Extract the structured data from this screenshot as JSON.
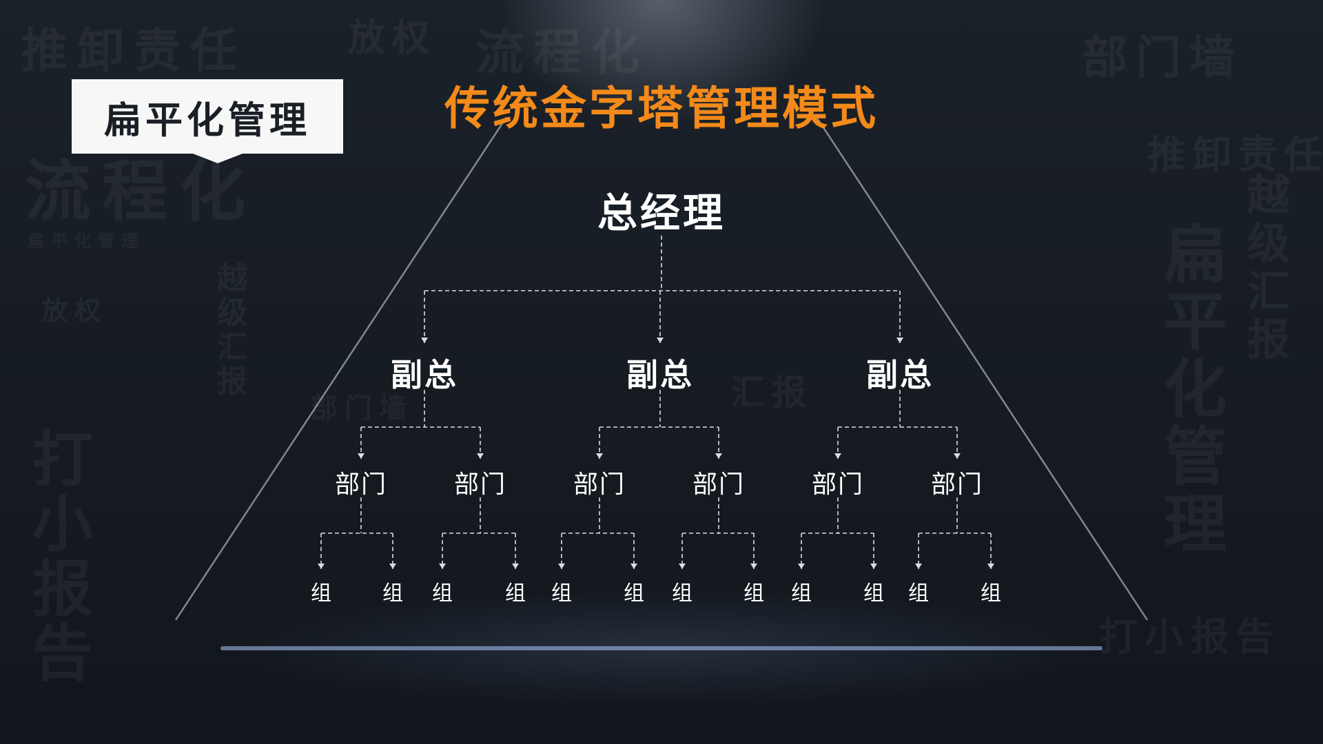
{
  "badge": {
    "label": "扁平化管理"
  },
  "title": "传统金字塔管理模式",
  "org": {
    "top": "总经理",
    "vps": [
      {
        "label": "副总",
        "depts": [
          {
            "label": "部门",
            "groups": [
              "组",
              "组"
            ]
          },
          {
            "label": "部门",
            "groups": [
              "组",
              "组"
            ]
          }
        ]
      },
      {
        "label": "副总",
        "depts": [
          {
            "label": "部门",
            "groups": [
              "组",
              "组"
            ]
          },
          {
            "label": "部门",
            "groups": [
              "组",
              "组"
            ]
          }
        ]
      },
      {
        "label": "副总",
        "depts": [
          {
            "label": "部门",
            "groups": [
              "组",
              "组"
            ]
          },
          {
            "label": "部门",
            "groups": [
              "组",
              "组"
            ]
          }
        ]
      }
    ]
  },
  "watermark": [
    "推卸责任",
    "放权",
    "流程化",
    "部门墙",
    "流程化",
    "扁平化管理",
    "放权",
    "打小报告",
    "越级汇报",
    "扁平化管理",
    "推卸责任",
    "打小报告",
    "汇报",
    "部门墙",
    "越级汇报"
  ],
  "colors": {
    "accent": "#f38a1a",
    "badge_bg": "#f7f7f7",
    "node_text": "#ffffff",
    "line": "#d9dde3"
  }
}
